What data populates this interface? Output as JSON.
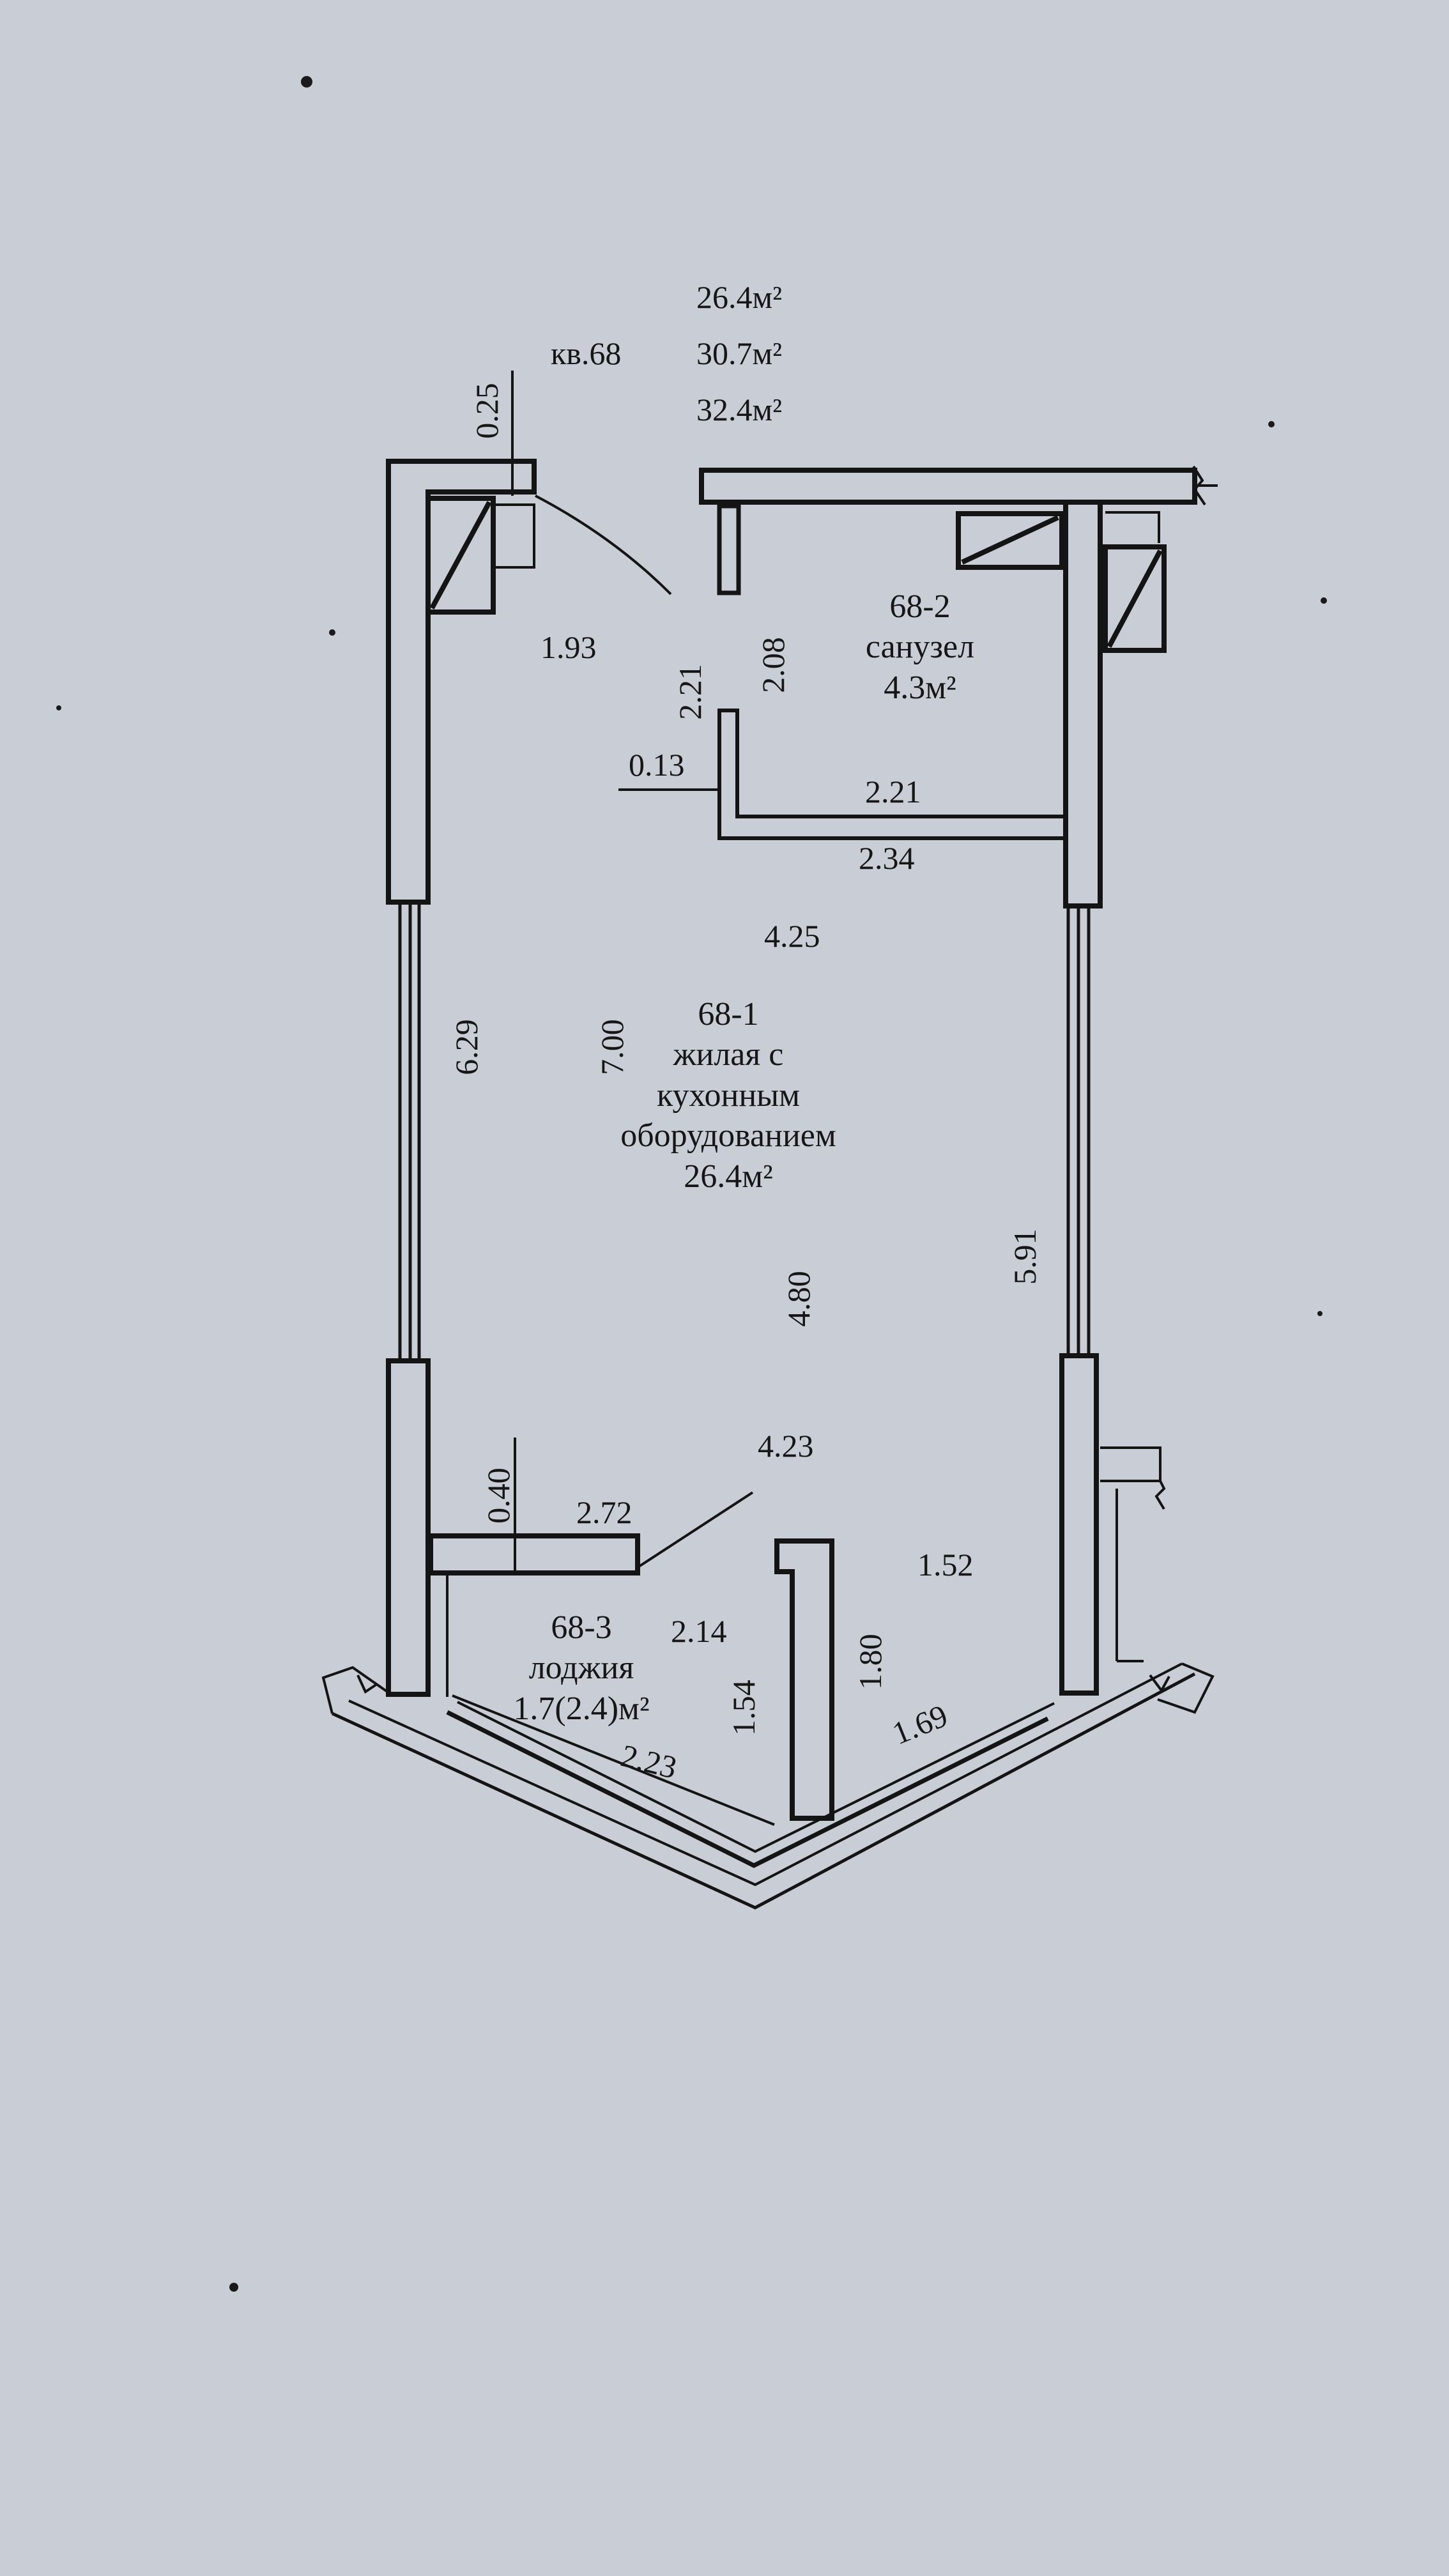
{
  "apartment": {
    "number": "кв.68",
    "areas": [
      "26.4м²",
      "30.7м²",
      "32.4м²"
    ]
  },
  "rooms": {
    "room_1": {
      "code": "68-1",
      "lines": [
        "жилая с",
        "кухонным",
        "оборудованием"
      ],
      "area": "26.4м²"
    },
    "room_2": {
      "code": "68-2",
      "name": "санузел",
      "area": "4.3м²"
    },
    "room_3": {
      "code": "68-3",
      "name": "лоджия",
      "area": "1.7(2.4)м²"
    }
  },
  "dims": {
    "d025": "0.25",
    "d193": "1.93",
    "d221v": "2.21",
    "d208": "2.08",
    "d013": "0.13",
    "d221h": "2.21",
    "d234": "2.34",
    "d425": "4.25",
    "d629": "6.29",
    "d700": "7.00",
    "d591": "5.91",
    "d480": "4.80",
    "d423": "4.23",
    "d040": "0.40",
    "d272": "2.72",
    "d152": "1.52",
    "d214": "2.14",
    "d180": "1.80",
    "d154": "1.54",
    "d169": "1.69",
    "d223": "2.23"
  }
}
